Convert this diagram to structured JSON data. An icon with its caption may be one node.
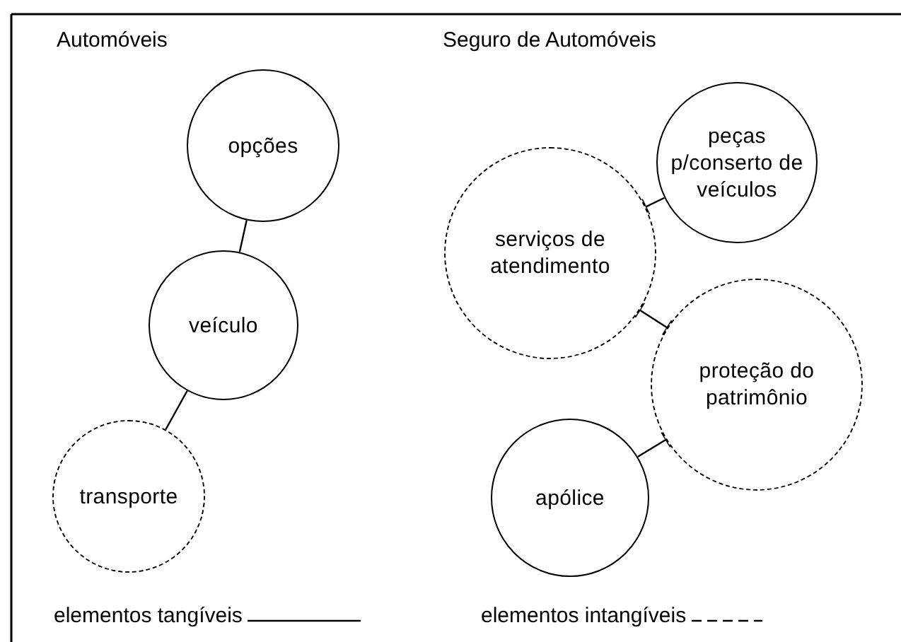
{
  "diagram": {
    "nodes": [
      {
        "text": [
          "opções"
        ]
      },
      {
        "text": [
          "veículo"
        ]
      },
      {
        "text": [
          "transporte"
        ]
      },
      {
        "text": [
          "peças p/conserto de veículos"
        ]
      },
      {
        "text": [
          "serviços de atendimento"
        ]
      },
      {
        "text": [
          "proteção do patrimônio"
        ]
      },
      {
        "text": [
          "apólice"
        ]
      }
    ],
    "edges": [
      {
        "from": 0,
        "to": 1,
        "arrow": "none"
      },
      {
        "from": 1,
        "to": 2,
        "arrow": "none"
      },
      {
        "from": 4,
        "to": 3,
        "arrow": "other"
      },
      {
        "from": 4,
        "to": 5,
        "arrow": "other"
      },
      {
        "from": 6,
        "to": 5,
        "arrow": "other"
      }
    ],
    "labels": [
      "Automóveis",
      "Seguro de Automóveis"
    ],
    "legend": [
      {
        "text": "elementos tangíveis"
      },
      {
        "text": "elementos intangíveis"
      }
    ]
  }
}
